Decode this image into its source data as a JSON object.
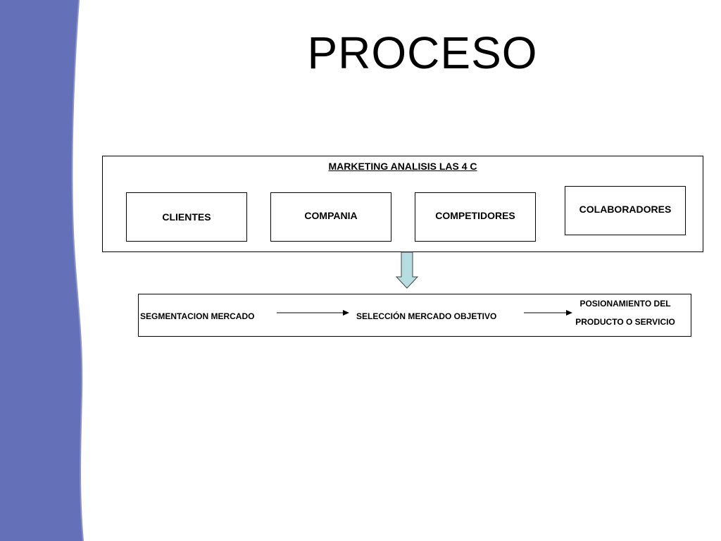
{
  "slide": {
    "title": "PROCESO",
    "accent_color": "#6470b8"
  },
  "analysis": {
    "heading": "MARKETING ANALISIS LAS 4 C",
    "items": [
      {
        "label": "CLIENTES"
      },
      {
        "label": "COMPANIA"
      },
      {
        "label": "COMPETIDORES"
      },
      {
        "label": "COLABORADORES"
      }
    ]
  },
  "flow_arrow": {
    "fill_color": "#b6dde0"
  },
  "process": {
    "steps": [
      {
        "label": "SEGMENTACION MERCADO"
      },
      {
        "label": "SELECCIÓN MERCADO OBJETIVO"
      },
      {
        "line1": "POSIONAMIENTO DEL",
        "line2": "PRODUCTO O SERVICIO"
      }
    ]
  }
}
